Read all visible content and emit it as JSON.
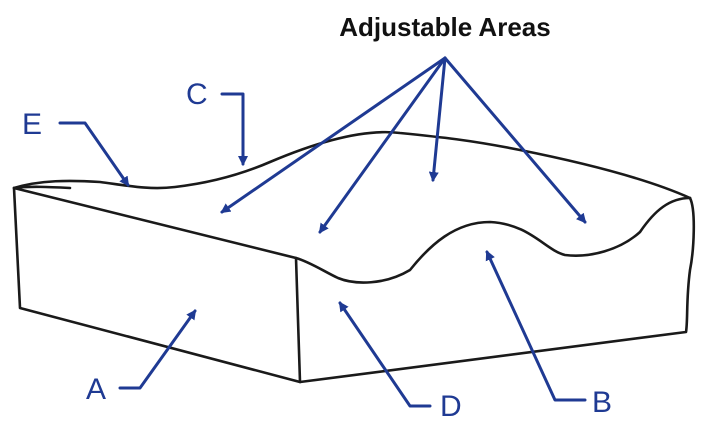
{
  "title": "Adjustable Areas",
  "labels": {
    "a": "A",
    "b": "B",
    "c": "C",
    "d": "D",
    "e": "E"
  },
  "colors": {
    "label": "#1f3a93",
    "outline": "#1a1a1a",
    "background": "#ffffff"
  }
}
